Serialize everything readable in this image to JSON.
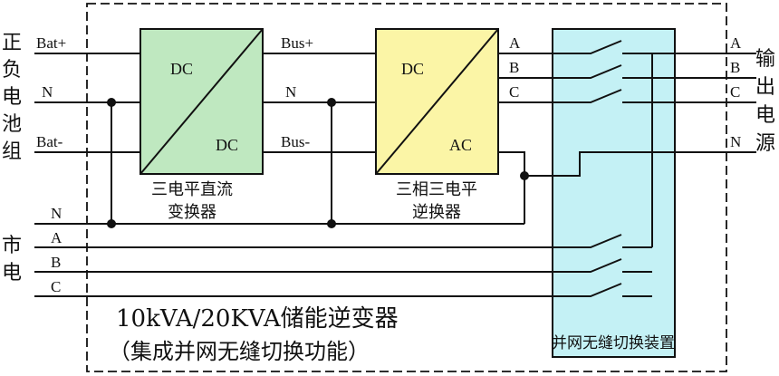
{
  "left_labels": {
    "battery_group": [
      "正",
      "负",
      "电",
      "池",
      "组"
    ],
    "grid": [
      "市",
      "电"
    ]
  },
  "right_labels": {
    "output_source": [
      "输",
      "出",
      "电",
      "源"
    ]
  },
  "battery_terminals": {
    "bat_plus": "Bat+",
    "n": "N",
    "bat_minus": "Bat-"
  },
  "bus_terminals": {
    "bus_plus": "Bus+",
    "n": "N",
    "bus_minus": "Bus-"
  },
  "phase_labels": {
    "a": "A",
    "b": "B",
    "c": "C",
    "n": "N"
  },
  "dcdc": {
    "top": "DC",
    "bottom": "DC",
    "caption_line1": "三电平直流",
    "caption_line2": "变换器"
  },
  "inverter": {
    "top": "DC",
    "bottom": "AC",
    "caption_line1": "三相三电平",
    "caption_line2": "逆换器"
  },
  "switch_box": {
    "caption": "并网无缝切换装置"
  },
  "title": {
    "line1": "10kVA/20KVA储能逆变器",
    "line2": "（集成并网无缝切换功能）"
  },
  "colors": {
    "dcdc_fill": "#bfe8c0",
    "inverter_fill": "#fbf5a6",
    "switch_fill": "#c4f1f5",
    "line": "#111111"
  }
}
